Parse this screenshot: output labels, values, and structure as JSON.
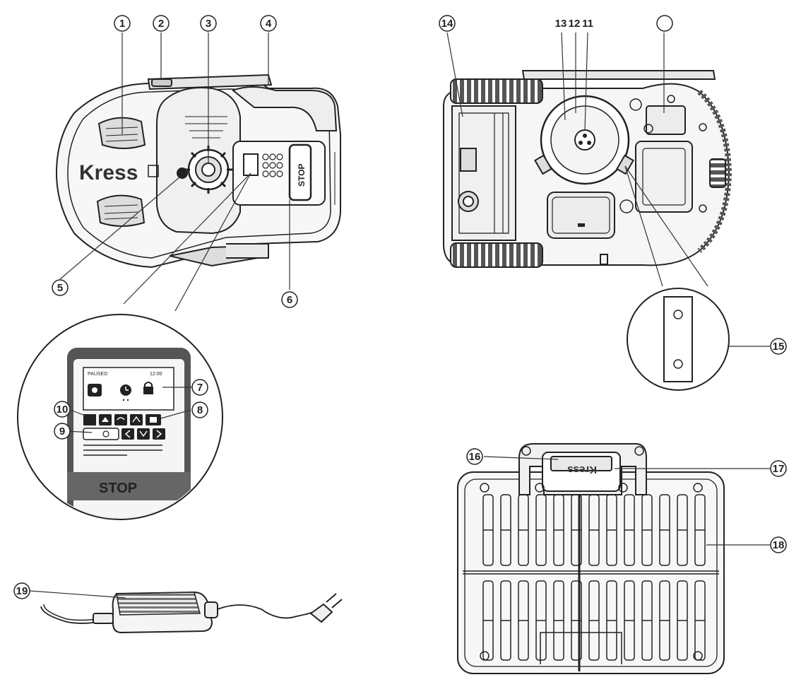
{
  "callouts": [
    {
      "id": "c1",
      "label": "1"
    },
    {
      "id": "c2",
      "label": "2"
    },
    {
      "id": "c3",
      "label": "3"
    },
    {
      "id": "c4",
      "label": "4"
    },
    {
      "id": "c5",
      "label": "5"
    },
    {
      "id": "c6",
      "label": "6"
    },
    {
      "id": "c7",
      "label": "7"
    },
    {
      "id": "c8",
      "label": "8"
    },
    {
      "id": "c9",
      "label": "9"
    },
    {
      "id": "c10",
      "label": "10"
    },
    {
      "id": "c11",
      "label": "11"
    },
    {
      "id": "c12",
      "label": "12"
    },
    {
      "id": "c13",
      "label": "13"
    },
    {
      "id": "c14",
      "label": "14"
    },
    {
      "id": "c15",
      "label": "15"
    },
    {
      "id": "c16",
      "label": "16"
    },
    {
      "id": "c17",
      "label": "17"
    },
    {
      "id": "c18",
      "label": "18"
    },
    {
      "id": "c19",
      "label": "19"
    }
  ],
  "mower_top": {
    "brand": "Kress",
    "stop_label": "STOP"
  },
  "control_panel": {
    "status_text": "PAUSED",
    "time_text": "12:00",
    "bottom_label": "STOP"
  },
  "station": {
    "brand": "Kress"
  },
  "icons": {
    "wheel": "wheel-icon",
    "blade_disc": "blade-disc-icon",
    "gear": "gear-icon",
    "clock": "clock-icon",
    "lock": "lock-icon",
    "home": "home-icon",
    "power": "power-icon",
    "plug": "plug-icon"
  },
  "colors": {
    "line": "#222222",
    "fill_light": "#f4f4f4",
    "fill_mid": "#d8d8d8",
    "panel_dark": "#444444"
  }
}
